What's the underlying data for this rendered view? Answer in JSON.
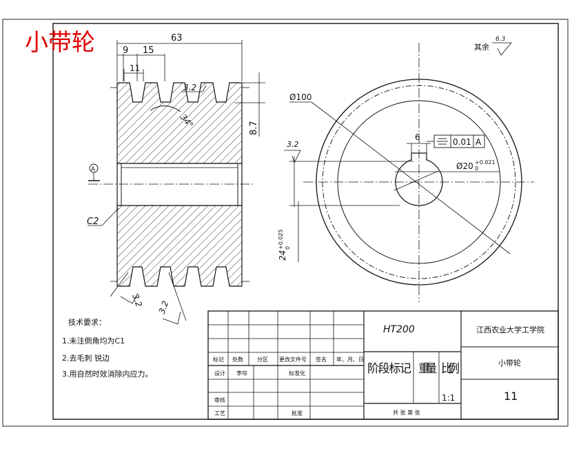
{
  "drawing": {
    "title_red": "小带轮",
    "roughness_note": {
      "label": "其余",
      "value": "6.3"
    },
    "dims": {
      "overall_width": "63",
      "offset": "9",
      "pitch": "15",
      "groove_top": "11",
      "roughness_groove": "3.2",
      "angle": "34°",
      "groove_depth": "8.7",
      "chamfer": "C2",
      "datum": "A",
      "outer_diameter": "Ø100",
      "keyway_width": "6",
      "tol_symbol": "⌯",
      "tol_value": "0.01",
      "tol_datum": "A",
      "bore_diameter": "Ø20",
      "bore_tol_upper": "+0.021",
      "bore_tol_lower": "0",
      "roughness_left": "3.2",
      "keyway_depth": "24",
      "keyway_tol_upper": "+0.025",
      "keyway_tol_lower": "0",
      "rough_bottom_1": "3.2",
      "rough_bottom_2": "3.2"
    },
    "tech_requirements": {
      "heading": "技术要求：",
      "items": [
        "1.未注倒角均为C1",
        "2.去毛刺 锐边",
        "3.用自然时效消除内应力。"
      ]
    },
    "title_block": {
      "material": "HT200",
      "school": "江西农业大学工学院",
      "part_name": "小带轮",
      "drawing_no": "11",
      "headers": [
        "标记",
        "处数",
        "分区",
        "更改文件号",
        "签名",
        "年、月、日"
      ],
      "row_design": [
        "设计",
        "李帘",
        "标准化"
      ],
      "row_review": "审核",
      "row_process": [
        "工艺",
        "批准"
      ],
      "stage": "阶段标记",
      "weight": "重量",
      "scale_label": "比例",
      "scale": "1:1",
      "sheets": "共  张  第  张"
    }
  }
}
